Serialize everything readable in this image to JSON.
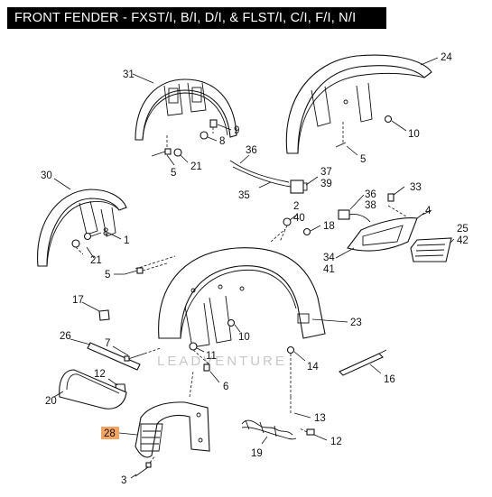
{
  "title": "FRONT FENDER - FXST/I, B/I, D/I, & FLST/I, C/I, F/I, N/I",
  "watermark": "LEADVENTURE",
  "highlight_color": "#f4a460",
  "callouts": {
    "c31": "31",
    "c24": "24",
    "c9": "9",
    "c8a": "8",
    "c36a": "36",
    "c10a": "10",
    "c5a": "5",
    "c21a": "21",
    "c5b": "5",
    "c30": "30",
    "c37": "37",
    "c39": "39",
    "c35": "35",
    "c36b": "36",
    "c38": "38",
    "c33": "33",
    "c2": "2",
    "c40": "40",
    "c4": "4",
    "c18": "18",
    "c25": "25",
    "c42": "42",
    "c8b": "8",
    "c1": "1",
    "c21b": "21",
    "c34": "34",
    "c41": "41",
    "c5c": "5",
    "c17": "17",
    "c23": "23",
    "c26": "26",
    "c7": "7",
    "c10b": "10",
    "c11": "11",
    "c14": "14",
    "c12a": "12",
    "c16": "16",
    "c20": "20",
    "c6": "6",
    "c13": "13",
    "c28": "28",
    "c19": "19",
    "c12b": "12",
    "c3": "3"
  }
}
